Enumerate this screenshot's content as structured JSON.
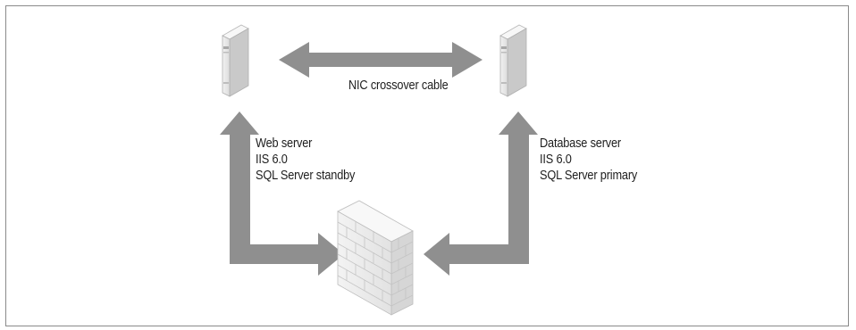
{
  "labels": {
    "cable": "NIC crossover cable",
    "web_server": [
      "Web server",
      "IIS 6.0",
      "SQL Server standby"
    ],
    "database_server": [
      "Database server",
      "IIS 6.0",
      "SQL Server primary"
    ]
  },
  "colors": {
    "arrow": "#8f8f8f",
    "server_body": "#e6e6e6",
    "server_side": "#c9c9c9",
    "firewall": "#ececec",
    "frame_border": "#8a8a8a"
  }
}
